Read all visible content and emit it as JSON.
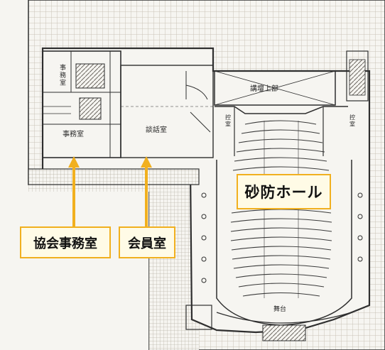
{
  "plan": {
    "room_labels": {
      "office_small": "事\n務\n室",
      "office_main": "事務室",
      "meeting_room": "談話室",
      "lecture_hall_top": "講壇上部",
      "side_room_left": "控\n室",
      "side_room_right": "控\n室",
      "stage_bottom": "舞台"
    }
  },
  "callouts": {
    "hall": "砂防ホール",
    "association_office": "協会事務室",
    "member_room": "会員室"
  },
  "colors": {
    "background": "#2d2a26",
    "paper": "#f6f5f1",
    "grid": "#cfcac0",
    "line": "#2f2f2f",
    "accent": "#f1b01f",
    "callout_fill": "#fffbe6"
  }
}
